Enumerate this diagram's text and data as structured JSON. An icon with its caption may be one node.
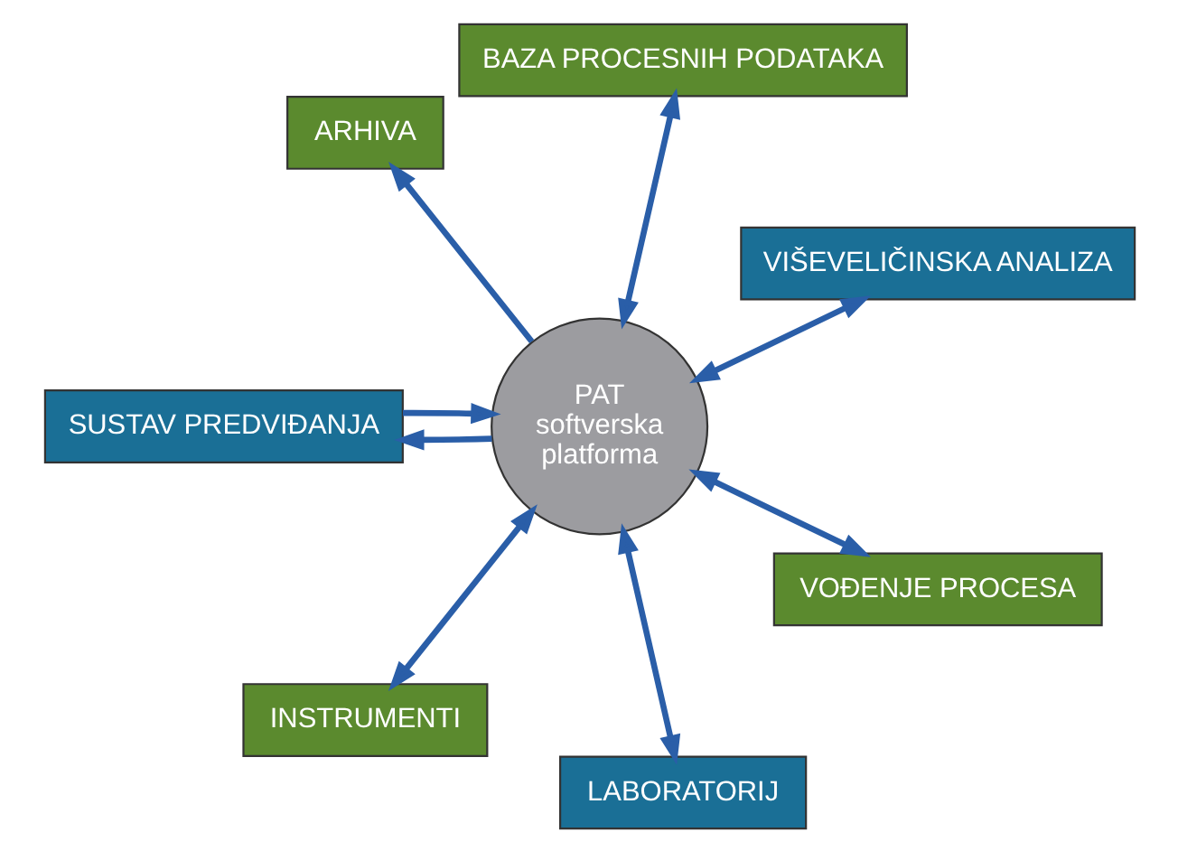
{
  "diagram": {
    "nodes": [
      {
        "text": [
          "VIŠEVELIČINSKA ANALIZA"
        ]
      },
      {
        "text": [
          "INSTRUMENTI"
        ]
      },
      {
        "text": [
          "BAZA PROCESNIH PODATAKA"
        ]
      },
      {
        "text": [
          "PAT softverska platforma"
        ]
      },
      {
        "text": [
          "LABORATORIJ"
        ]
      },
      {
        "text": [
          "ARHIVA"
        ]
      },
      {
        "text": [
          "VOĐENJE PROCESA"
        ]
      },
      {
        "text": [
          "SUSTAV PREDVIĐANJA"
        ]
      }
    ],
    "edges": [
      {
        "from": 3,
        "to": 0,
        "arrow": "both"
      },
      {
        "from": 1,
        "to": 3,
        "arrow": "both"
      },
      {
        "from": 3,
        "to": 2,
        "arrow": "both"
      },
      {
        "from": 4,
        "to": 3,
        "arrow": "both"
      },
      {
        "from": 3,
        "to": 5,
        "arrow": "to"
      },
      {
        "from": 6,
        "to": 3,
        "arrow": "both"
      },
      {
        "from": 7,
        "to": 3,
        "arrow": "to"
      },
      {
        "from": 3,
        "to": 7,
        "arrow": "to"
      }
    ]
  }
}
